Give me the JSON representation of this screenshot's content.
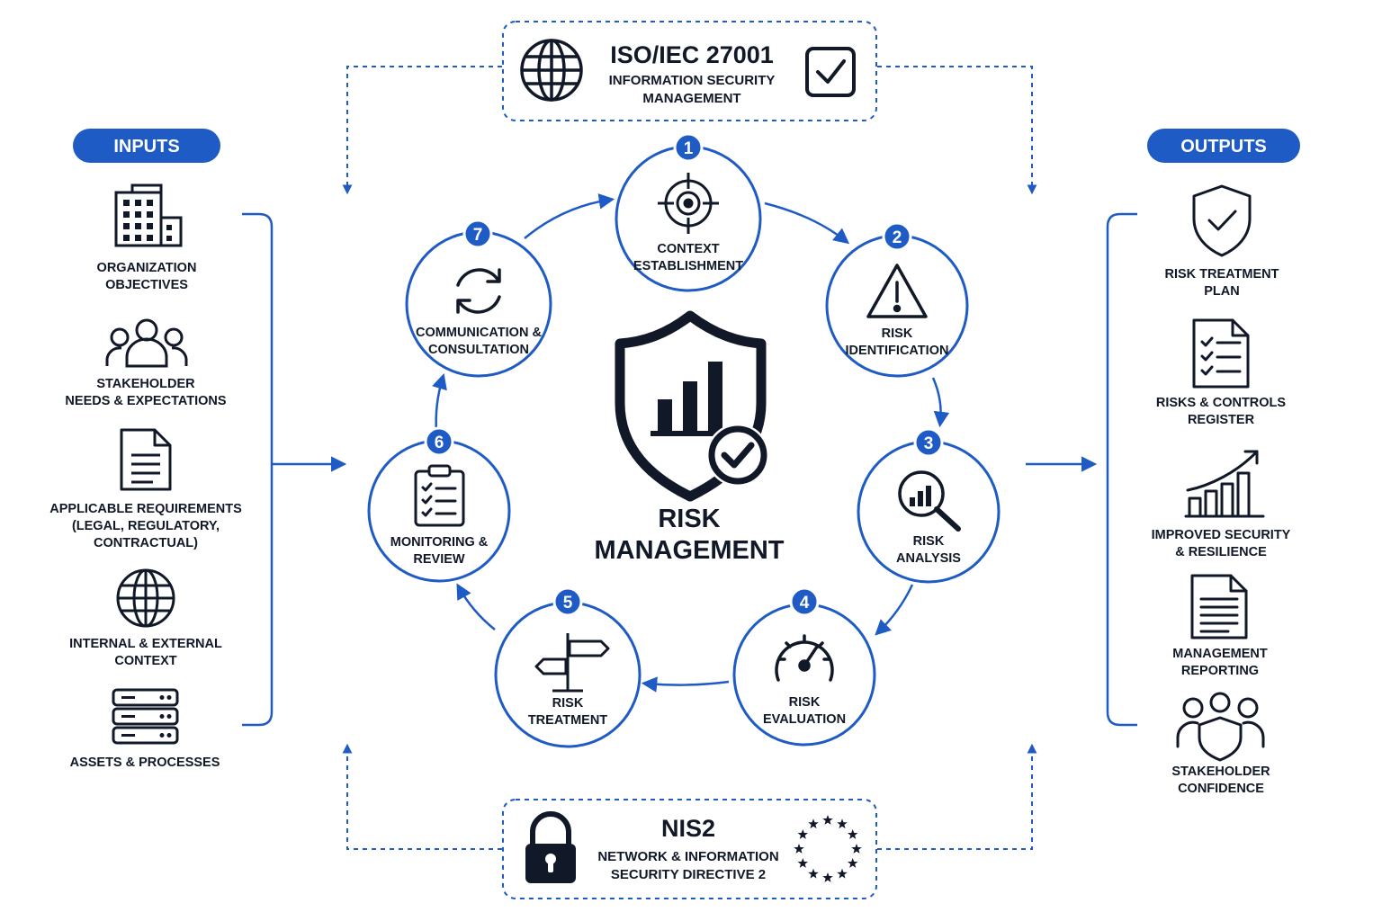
{
  "inputs_title": "INPUTS",
  "outputs_title": "OUTPUTS",
  "inputs": [
    {
      "icon": "building-icon",
      "lines": [
        "ORGANIZATION",
        "OBJECTIVES"
      ]
    },
    {
      "icon": "people-icon",
      "lines": [
        "STAKEHOLDER",
        "NEEDS & EXPECTATIONS"
      ]
    },
    {
      "icon": "document-icon",
      "lines": [
        "APPLICABLE REQUIREMENTS",
        "(LEGAL, REGULATORY,",
        "CONTRACTUAL)"
      ]
    },
    {
      "icon": "globe-icon",
      "lines": [
        "INTERNAL & EXTERNAL",
        "CONTEXT"
      ]
    },
    {
      "icon": "server-icon",
      "lines": [
        "ASSETS & PROCESSES"
      ]
    }
  ],
  "outputs": [
    {
      "icon": "shield-check-icon",
      "lines": [
        "RISK TREATMENT",
        "PLAN"
      ]
    },
    {
      "icon": "checklist-icon",
      "lines": [
        "RISKS & CONTROLS",
        "REGISTER"
      ]
    },
    {
      "icon": "growth-chart-icon",
      "lines": [
        "IMPROVED SECURITY",
        "& RESILIENCE"
      ]
    },
    {
      "icon": "report-icon",
      "lines": [
        "MANAGEMENT",
        "REPORTING"
      ]
    },
    {
      "icon": "people-shield-icon",
      "lines": [
        "STAKEHOLDER",
        "CONFIDENCE"
      ]
    }
  ],
  "steps": [
    {
      "number": "1",
      "icon": "target-icon",
      "lines": [
        "CONTEXT",
        "ESTABLISHMENT"
      ]
    },
    {
      "number": "2",
      "icon": "warning-icon",
      "lines": [
        "RISK",
        "IDENTIFICATION"
      ]
    },
    {
      "number": "3",
      "icon": "magnifier-chart-icon",
      "lines": [
        "RISK",
        "ANALYSIS"
      ]
    },
    {
      "number": "4",
      "icon": "gauge-icon",
      "lines": [
        "RISK",
        "EVALUATION"
      ]
    },
    {
      "number": "5",
      "icon": "signpost-icon",
      "lines": [
        "RISK",
        "TREATMENT"
      ]
    },
    {
      "number": "6",
      "icon": "clipboard-icon",
      "lines": [
        "MONITORING &",
        "REVIEW"
      ]
    },
    {
      "number": "7",
      "icon": "refresh-icon",
      "lines": [
        "COMMUNICATION &",
        "CONSULTATION"
      ]
    }
  ],
  "center": {
    "lines": [
      "RISK",
      "MANAGEMENT"
    ]
  },
  "iso": {
    "title": "ISO/IEC 27001",
    "subtitle_lines": [
      "INFORMATION SECURITY",
      "MANAGEMENT"
    ]
  },
  "nis2": {
    "title": "NIS2",
    "subtitle_lines": [
      "NETWORK & INFORMATION",
      "SECURITY DIRECTIVE 2"
    ]
  },
  "colors": {
    "accent": "#1f5bc4",
    "ink": "#111827",
    "background": "#ffffff"
  }
}
